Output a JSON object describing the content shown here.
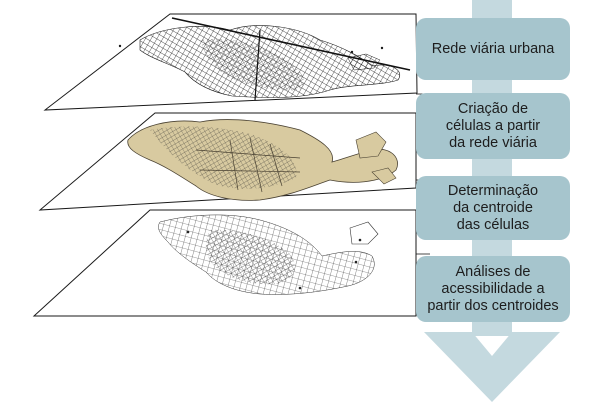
{
  "steps": [
    {
      "label": "Rede viária urbana"
    },
    {
      "label": "Criação de\ncélulas a partir\nda rede viária"
    },
    {
      "label": "Determinação\nda centroide\ndas células"
    },
    {
      "label": "Análises de\nacessibilidade a\npartir dos centroides"
    }
  ],
  "layers": [
    {
      "name": "street-network",
      "icon": "street-grid-map"
    },
    {
      "name": "cells",
      "icon": "cell-polygons-map"
    },
    {
      "name": "centroids",
      "icon": "centroid-points-map"
    }
  ],
  "colors": {
    "arrow": "#c4d9df",
    "step_box": "#a6c5cd",
    "cell_fill": "#d8caa0",
    "map_line": "#1a1a1a"
  }
}
